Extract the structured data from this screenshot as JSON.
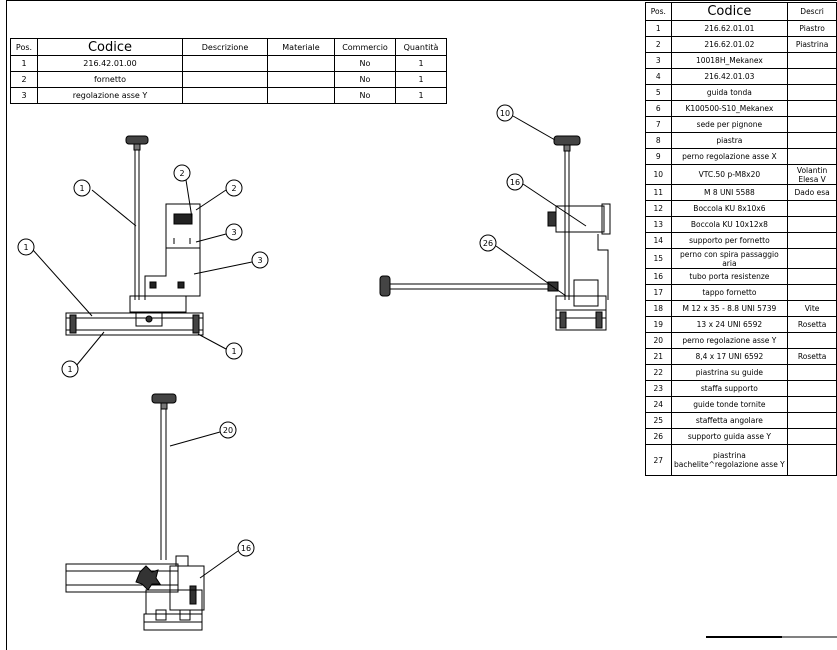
{
  "bom_left": {
    "headers": [
      "Pos.",
      "Codice",
      "Descrizione",
      "Materiale",
      "Commercio",
      "Quantità"
    ],
    "rows": [
      [
        "1",
        "216.42.01.00",
        "",
        "",
        "No",
        "1"
      ],
      [
        "2",
        "fornetto",
        "",
        "",
        "No",
        "1"
      ],
      [
        "3",
        "regolazione asse Y",
        "",
        "",
        "No",
        "1"
      ]
    ]
  },
  "bom_right": {
    "headers": [
      "Pos.",
      "Codice",
      "Descri"
    ],
    "rows": [
      [
        "1",
        "216.62.01.01",
        "Piastro"
      ],
      [
        "2",
        "216.62.01.02",
        "Piastrina"
      ],
      [
        "3",
        "10018H_Mekanex",
        ""
      ],
      [
        "4",
        "216.42.01.03",
        ""
      ],
      [
        "5",
        "guida tonda",
        ""
      ],
      [
        "6",
        "K100500-S10_Mekanex",
        ""
      ],
      [
        "7",
        "sede per pignone",
        ""
      ],
      [
        "8",
        "piastra",
        ""
      ],
      [
        "9",
        "perno regolazione asse X",
        ""
      ],
      [
        "10",
        "VTC.50 p-M8x20",
        "Volantin Elesa V"
      ],
      [
        "11",
        "M 8 UNI 5588",
        "Dado esa"
      ],
      [
        "12",
        "Boccola KU 8x10x6",
        ""
      ],
      [
        "13",
        "Boccola KU 10x12x8",
        ""
      ],
      [
        "14",
        "supporto per fornetto",
        ""
      ],
      [
        "15",
        "perno con spira passaggio aria",
        ""
      ],
      [
        "16",
        "tubo porta resistenze",
        ""
      ],
      [
        "17",
        "tappo fornetto",
        ""
      ],
      [
        "18",
        "M 12 x 35 - 8.8 UNI 5739",
        "Vite"
      ],
      [
        "19",
        "13 x 24 UNI 6592",
        "Rosetta"
      ],
      [
        "20",
        "perno regolazione asse Y",
        ""
      ],
      [
        "21",
        "8,4 x 17 UNI 6592",
        "Rosetta"
      ],
      [
        "22",
        "piastrina su guide",
        ""
      ],
      [
        "23",
        "staffa supporto",
        ""
      ],
      [
        "24",
        "guide tonde tornite",
        ""
      ],
      [
        "25",
        "staffetta angolare",
        ""
      ],
      [
        "26",
        "supporto guida asse Y",
        ""
      ],
      [
        "27",
        "piastrina bachelite^regolazione asse Y",
        ""
      ]
    ]
  },
  "balloons": {
    "b1": "1",
    "b2": "2",
    "b3": "3",
    "b10": "10",
    "b16": "16",
    "b26": "26",
    "b20": "20"
  }
}
